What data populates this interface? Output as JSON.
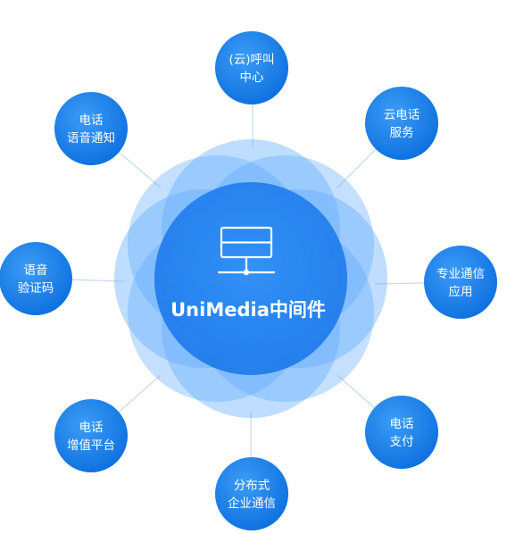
{
  "center": {
    "title": "UniMedia中间件",
    "icon": "server-network-icon"
  },
  "nodes": [
    {
      "id": "cloud-call-center",
      "lines": [
        "(云)呼叫",
        "中心"
      ]
    },
    {
      "id": "cloud-telephony-service",
      "lines": [
        "云电话",
        "服务"
      ]
    },
    {
      "id": "professional-comm-app",
      "lines": [
        "专业通信",
        "应用"
      ]
    },
    {
      "id": "phone-payment",
      "lines": [
        "电话",
        "支付"
      ]
    },
    {
      "id": "distributed-enterprise-comm",
      "lines": [
        "分布式",
        "企业通信"
      ]
    },
    {
      "id": "phone-vas-platform",
      "lines": [
        "电话",
        "增值平台"
      ]
    },
    {
      "id": "voice-verification-code",
      "lines": [
        "语音",
        "验证码"
      ]
    },
    {
      "id": "phone-voice-notification",
      "lines": [
        "电话",
        "语音通知"
      ]
    }
  ],
  "colors": {
    "node_fill": "#1479e6",
    "node_fill_light": "#2a8ff4",
    "center_dark": "#1877ee",
    "center_light": "#8fc6ff",
    "connector": "#c8d8ea",
    "text": "#ffffff"
  }
}
